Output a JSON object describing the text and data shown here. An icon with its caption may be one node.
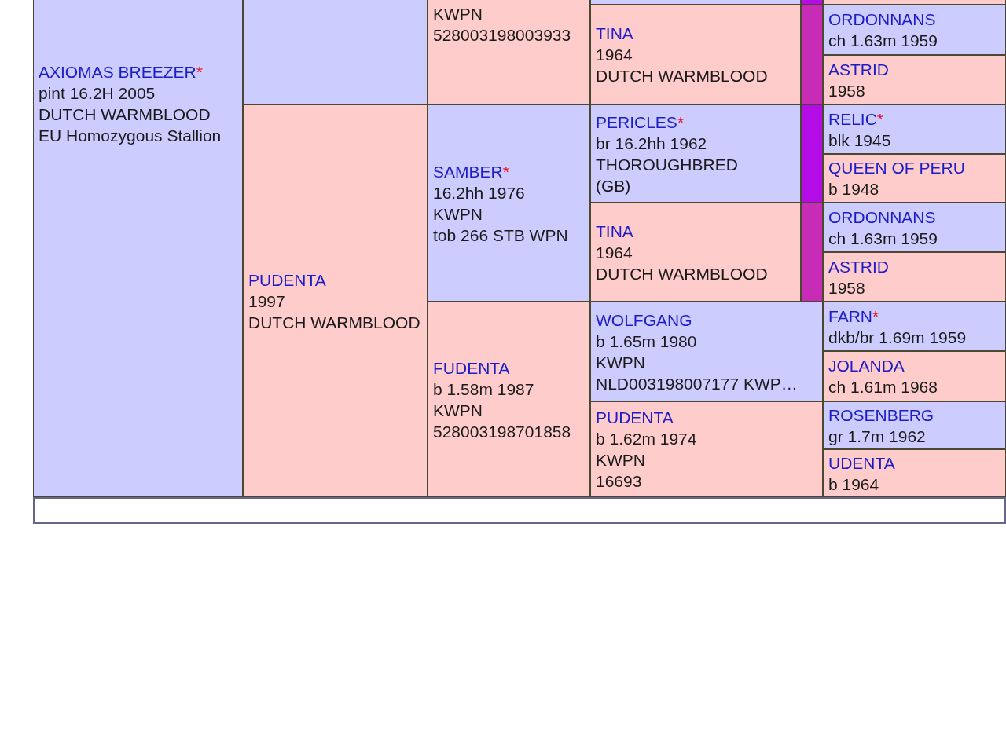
{
  "diagram": {
    "nodes": [
      {
        "text": [
          "AXIOMAS BREEZER*",
          "pint 16.2H 2005",
          "DUTCH WARMBLOOD",
          "EU Homozygous Stallion"
        ]
      },
      {
        "text": [],
        "shape": "box"
      },
      {
        "text": [
          "KWPN",
          "528003198003933"
        ]
      },
      {
        "text": [],
        "shape": "box"
      },
      {
        "text": [],
        "shape": "bar"
      },
      {
        "text": [],
        "shape": "box"
      },
      {
        "text": [
          "TINA",
          "1964",
          "DUTCH WARMBLOOD"
        ]
      },
      {
        "text": [],
        "shape": "bar"
      },
      {
        "text": [
          "ORDONNANS",
          "ch 1.63m 1959"
        ]
      },
      {
        "text": [
          "ASTRID",
          "1958"
        ]
      },
      {
        "text": [
          "PUDENTA",
          "1997",
          "DUTCH WARMBLOOD"
        ]
      },
      {
        "text": [
          "SAMBER*",
          "16.2hh 1976",
          "KWPN",
          "tob 266 STB WPN"
        ]
      },
      {
        "text": [
          "PERICLES*",
          "br 16.2hh 1962",
          "THOROUGHBRED (GB)"
        ]
      },
      {
        "text": [],
        "shape": "bar"
      },
      {
        "text": [
          "RELIC*",
          "blk 1945"
        ]
      },
      {
        "text": [
          "QUEEN OF PERU",
          "b 1948"
        ]
      },
      {
        "text": [
          "TINA",
          "1964",
          "DUTCH WARMBLOOD"
        ]
      },
      {
        "text": [],
        "shape": "bar"
      },
      {
        "text": [
          "ORDONNANS",
          "ch 1.63m 1959"
        ]
      },
      {
        "text": [
          "ASTRID",
          "1958"
        ]
      },
      {
        "text": [
          "FUDENTA",
          "b 1.58m 1987",
          "KWPN",
          "528003198701858"
        ]
      },
      {
        "text": [
          "WOLFGANG",
          "b 1.65m 1980",
          "KWPN",
          "NLD003198007177 KWP…"
        ]
      },
      {
        "text": [
          "FARN*",
          "dkb/br 1.69m 1959"
        ]
      },
      {
        "text": [
          "JOLANDA",
          "ch 1.61m 1968"
        ]
      },
      {
        "text": [
          "PUDENTA",
          "b 1.62m 1974",
          "KWPN",
          "16693"
        ]
      },
      {
        "text": [
          "ROSENBERG",
          "gr 1.7m 1962"
        ]
      },
      {
        "text": [
          "UDENTA",
          "b 1964"
        ]
      },
      {
        "text": [],
        "shape": "box"
      }
    ]
  }
}
